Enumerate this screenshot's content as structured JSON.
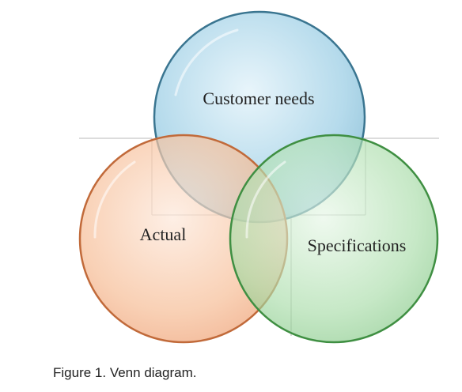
{
  "diagram": {
    "type": "venn",
    "sets": [
      {
        "id": "customer",
        "label": "Customer needs",
        "fill": "#a8d4e8",
        "edge": "#3a7590"
      },
      {
        "id": "actual",
        "label": "Actual",
        "fill": "#f6bd96",
        "edge": "#c16a3a"
      },
      {
        "id": "specs",
        "label": "Specifications",
        "fill": "#a8dca8",
        "edge": "#3f8f42"
      }
    ]
  },
  "caption": {
    "figure_label": "Figure 1.",
    "text": "Venn diagram."
  }
}
